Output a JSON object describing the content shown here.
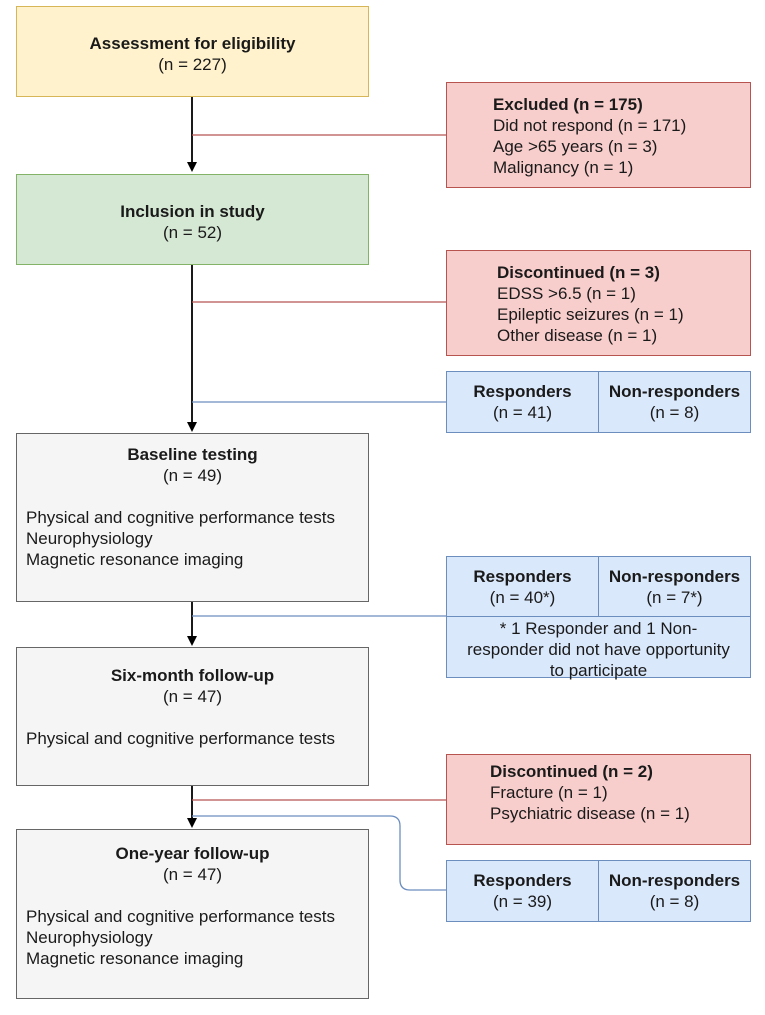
{
  "assessment": {
    "title": "Assessment for eligibility",
    "n": "(n = 227)"
  },
  "excluded": {
    "title": "Excluded (n = 175)",
    "items": [
      "Did not respond (n = 171)",
      "Age >65 years (n = 3)",
      "Malignancy (n = 1)"
    ]
  },
  "inclusion": {
    "title": "Inclusion in study",
    "n": "(n = 52)"
  },
  "discontinued1": {
    "title": "Discontinued (n = 3)",
    "items": [
      "EDSS >6.5 (n = 1)",
      "Epileptic seizures (n = 1)",
      "Other disease (n = 1)"
    ]
  },
  "responders1": {
    "responders": "Responders",
    "responders_n": "(n = 41)",
    "nonresponders": "Non-responders",
    "nonresponders_n": "(n = 8)"
  },
  "baseline": {
    "title": "Baseline testing",
    "n": "(n = 49)",
    "items": [
      "Physical and cognitive performance tests",
      "Neurophysiology",
      "Magnetic resonance imaging"
    ]
  },
  "responders2": {
    "responders": "Responders",
    "responders_n": "(n = 40*)",
    "nonresponders": "Non-responders",
    "nonresponders_n": "(n = 7*)",
    "note": [
      "* 1 Responder and 1 Non-",
      "responder did not have opportunity",
      "to participate"
    ]
  },
  "sixmonth": {
    "title": "Six-month follow-up",
    "n": "(n = 47)",
    "items": [
      "Physical and cognitive performance tests"
    ]
  },
  "discontinued2": {
    "title": "Discontinued (n = 2)",
    "items": [
      "Fracture (n = 1)",
      "Psychiatric disease (n = 1)"
    ]
  },
  "oneyear": {
    "title": "One-year follow-up",
    "n": "(n = 47)",
    "items": [
      "Physical and cognitive performance tests",
      "Neurophysiology",
      "Magnetic resonance imaging"
    ]
  },
  "responders3": {
    "responders": "Responders",
    "responders_n": "(n = 39)",
    "nonresponders": "Non-responders",
    "nonresponders_n": "(n = 8)"
  },
  "colors": {
    "red_line": "#b85450",
    "blue_line": "#6c8ebf",
    "arrow": "#000000"
  }
}
